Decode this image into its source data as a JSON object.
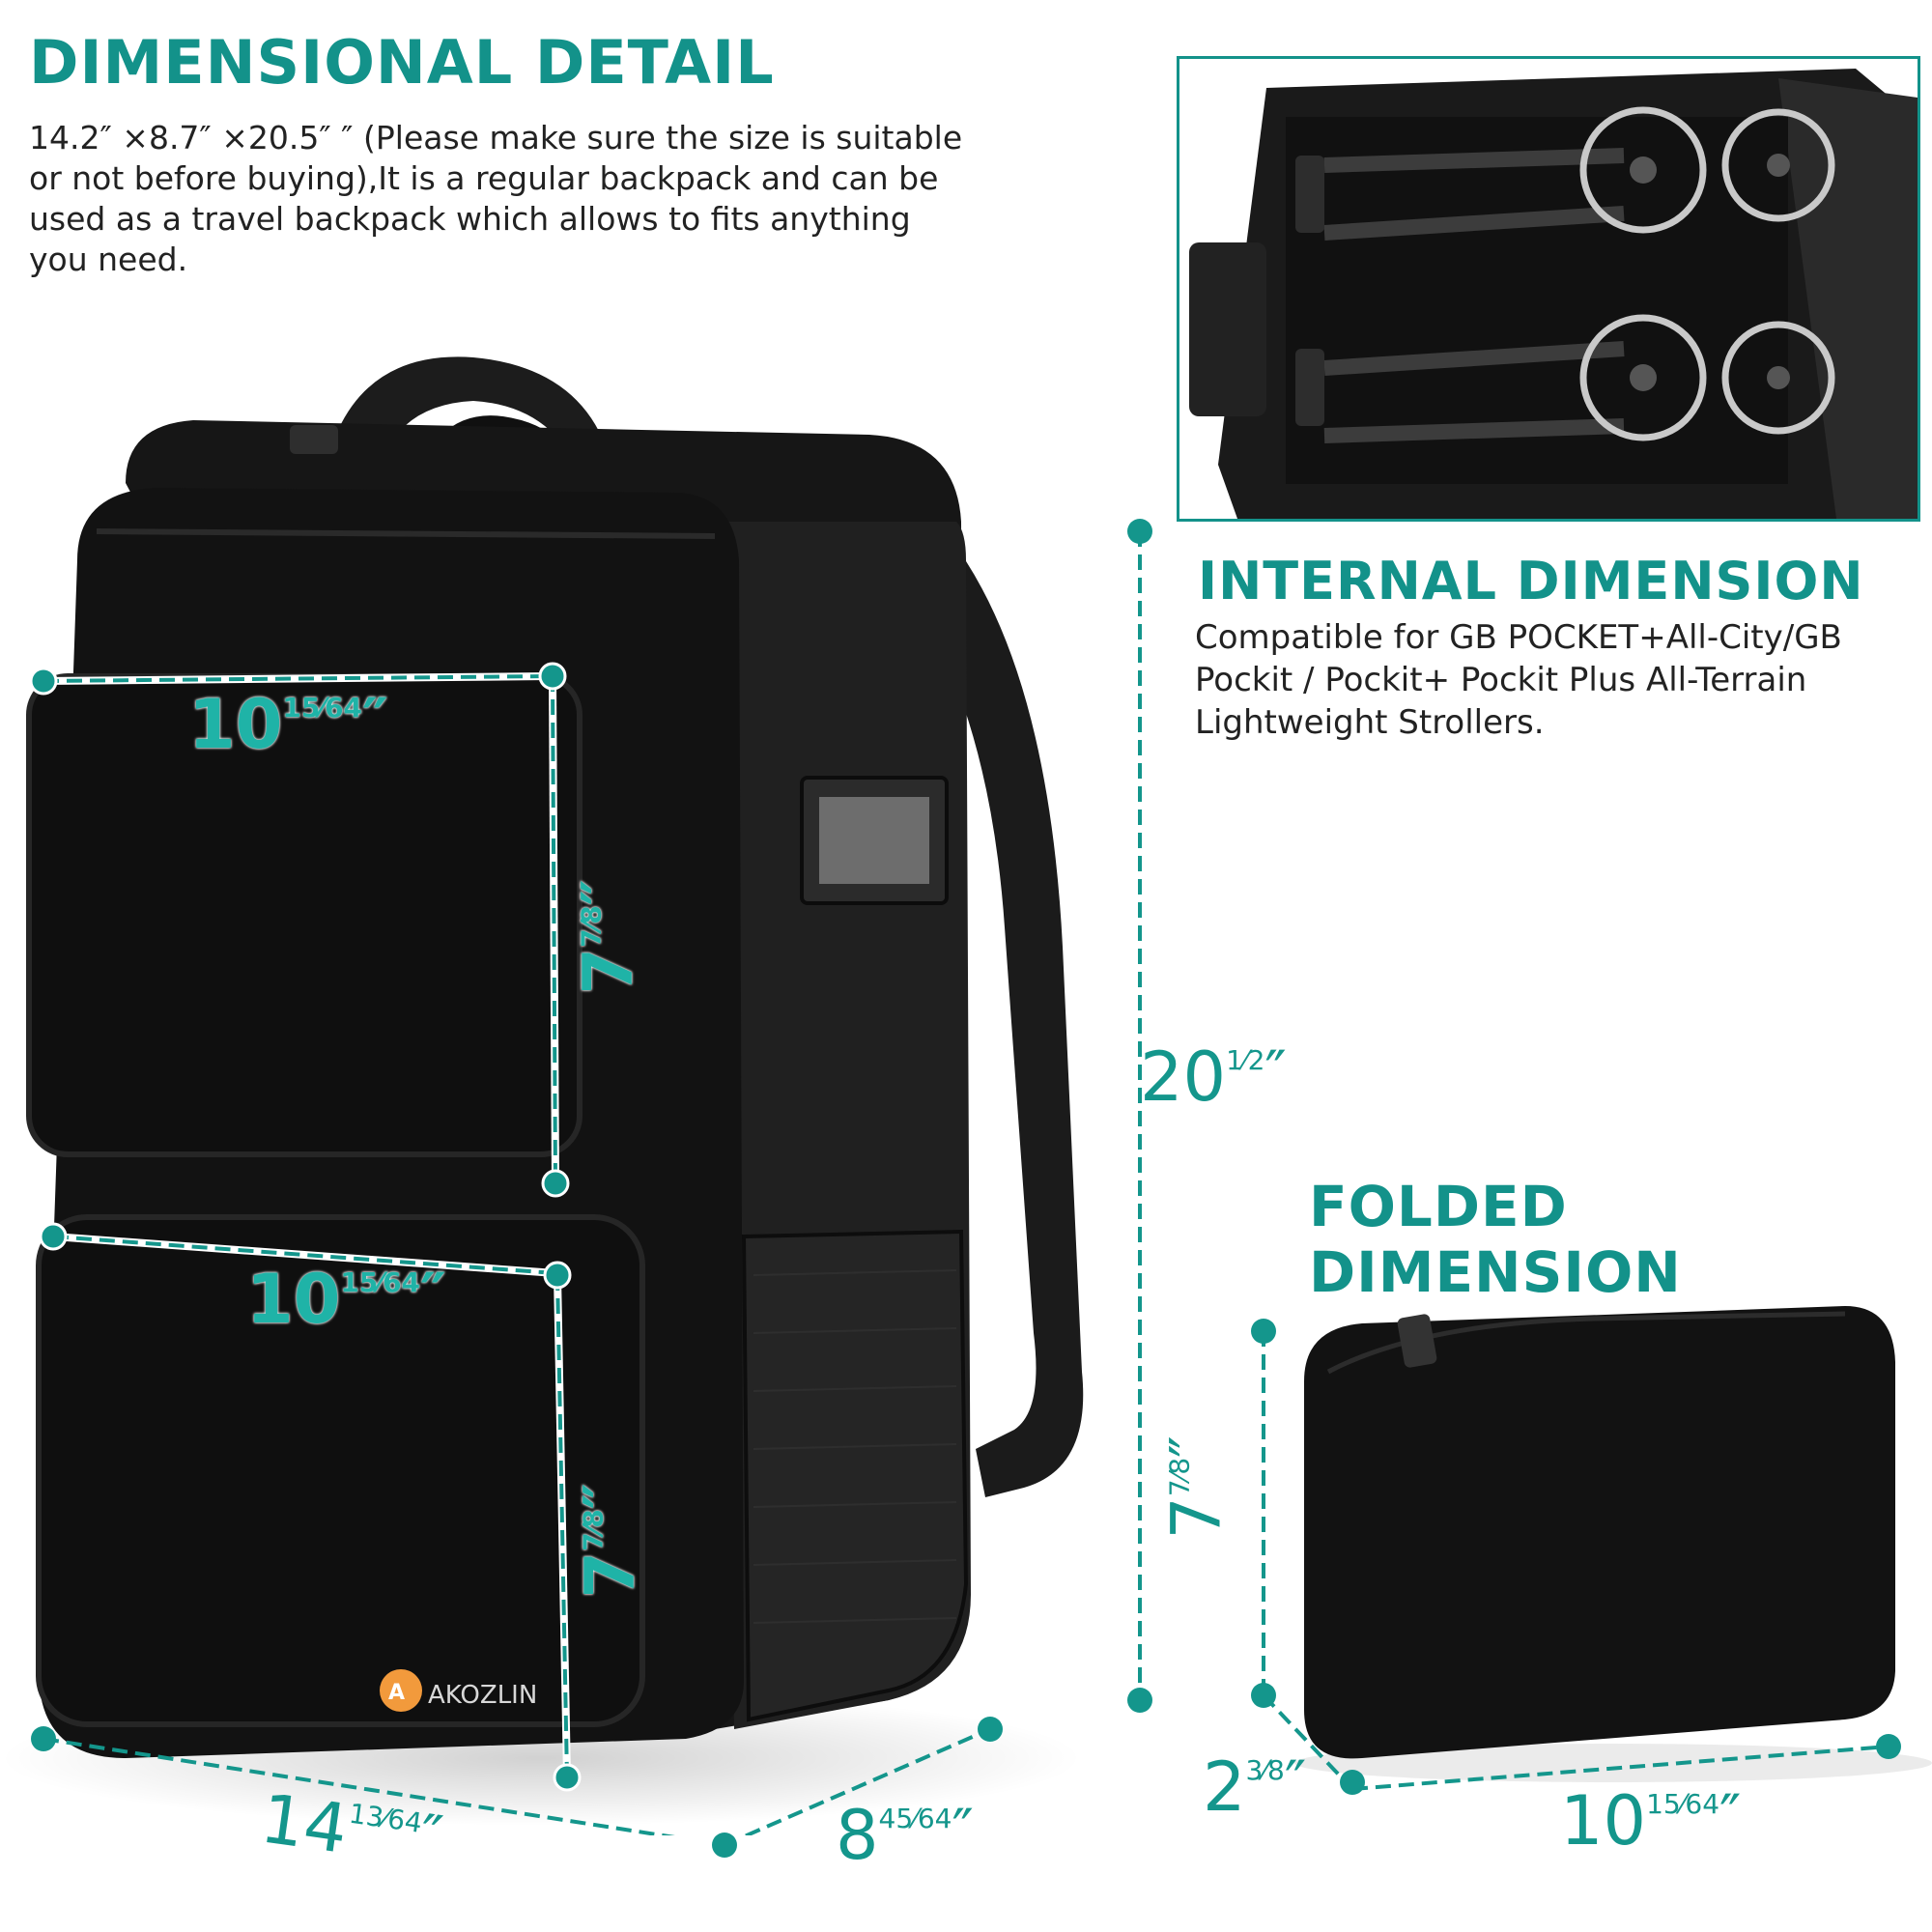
{
  "header": {
    "title": "DIMENSIONAL DETAIL",
    "description": "14.2″ ×8.7″ ×20.5″ ″ (Please make sure the size is suitable or not before buying),It is a regular backpack and can be used as a travel backpack which allows to fits anything you need."
  },
  "internal": {
    "title": "INTERNAL DIMENSION",
    "description": "Compatible for GB POCKET+All-City/GB Pockit / Pockit+ Pockit Plus All-Terrain Lightweight Strollers."
  },
  "folded": {
    "title": "FOLDED DIMENSION"
  },
  "brand": {
    "name": "AKOZLIN",
    "logo_color": "#f29a3c"
  },
  "dimensions": {
    "top_pocket_width": {
      "whole": "10",
      "frac": "15⁄64",
      "unit": "″"
    },
    "top_pocket_height": {
      "whole": "7",
      "frac": "7⁄8",
      "unit": "″"
    },
    "bottom_pocket_width": {
      "whole": "10",
      "frac": "15⁄64",
      "unit": "″"
    },
    "bottom_pocket_height": {
      "whole": "7",
      "frac": "7⁄8",
      "unit": "″"
    },
    "backpack_width": {
      "whole": "14",
      "frac": "13⁄64",
      "unit": "″"
    },
    "backpack_depth": {
      "whole": "8",
      "frac": "45⁄64",
      "unit": "″"
    },
    "backpack_height": {
      "whole": "20",
      "frac": "1⁄2",
      "unit": "″"
    },
    "folded_height": {
      "whole": "7",
      "frac": "7⁄8",
      "unit": "″"
    },
    "folded_depth": {
      "whole": "2",
      "frac": "3⁄8",
      "unit": "″"
    },
    "folded_width": {
      "whole": "10",
      "frac": "15⁄64",
      "unit": "″"
    }
  },
  "colors": {
    "accent": "#13928a",
    "bag": "#141414"
  }
}
